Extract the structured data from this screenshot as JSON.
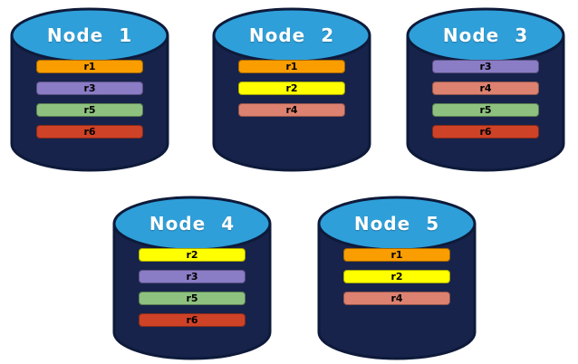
{
  "background": "#FFFFFF",
  "colors": {
    "cylinder_body": "#17234B",
    "cylinder_outline": "#0E1A3A",
    "cylinder_top": "#2E9FD9",
    "title_text": "#FFFFFF",
    "replica_text": "#000000",
    "replicas": {
      "r1": "#F99D00",
      "r2": "#FFFF00",
      "r3": "#8A7CC5",
      "r4": "#DD8170",
      "r5": "#8EC17F",
      "r6": "#CE4227"
    }
  },
  "nodes": [
    {
      "label": "Node 1",
      "replicas": [
        "r1",
        "r3",
        "r5",
        "r6"
      ]
    },
    {
      "label": "Node 2",
      "replicas": [
        "r1",
        "r2",
        "r4"
      ]
    },
    {
      "label": "Node 3",
      "replicas": [
        "r3",
        "r4",
        "r5",
        "r6"
      ]
    },
    {
      "label": "Node 4",
      "replicas": [
        "r2",
        "r3",
        "r5",
        "r6"
      ]
    },
    {
      "label": "Node 5",
      "replicas": [
        "r1",
        "r2",
        "r4"
      ]
    }
  ]
}
